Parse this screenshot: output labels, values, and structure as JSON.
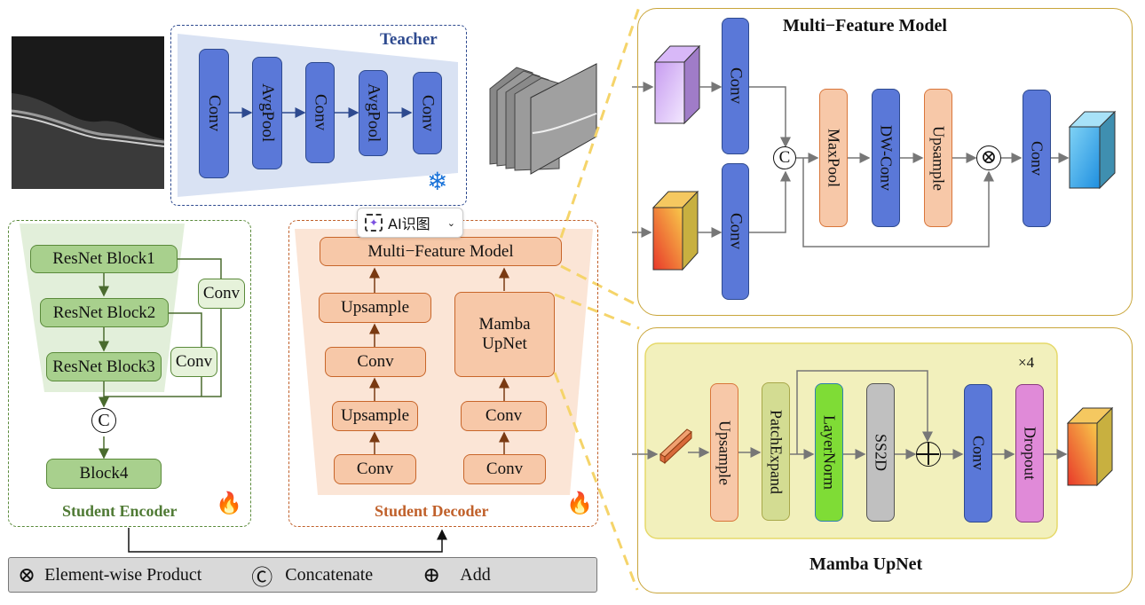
{
  "teacher": {
    "title": "Teacher",
    "blocks": [
      "Conv",
      "AvgPool",
      "Conv",
      "AvgPool",
      "Conv"
    ],
    "frozen_icon": "snowflake-icon"
  },
  "student_encoder": {
    "title": "Student Encoder",
    "blocks": [
      "ResNet Block1",
      "ResNet Block2",
      "ResNet Block3"
    ],
    "side_convs": [
      "Conv",
      "Conv"
    ],
    "concat_symbol": "C",
    "block4": "Block4",
    "trainable_icon": "flame-icon"
  },
  "student_decoder": {
    "title": "Student Decoder",
    "top": "Multi−Feature Model",
    "left_column": [
      "Upsample",
      "Conv",
      "Upsample",
      "Conv"
    ],
    "right_column": [
      "Mamba UpNet",
      "Conv",
      "Conv"
    ],
    "mamba_line1": "Mamba",
    "mamba_line2": "UpNet",
    "trainable_icon": "flame-icon"
  },
  "ai_widget": {
    "label": "AI识图",
    "icon": "sparkle-scan-icon",
    "chevron": "chevron-down-icon"
  },
  "multi_feature_model": {
    "title": "Multi−Feature Model",
    "branch_convs": [
      "Conv",
      "Conv"
    ],
    "concat_symbol": "C",
    "sequence": [
      "MaxPool",
      "DW-Conv",
      "Upsample"
    ],
    "product_symbol": "⊗",
    "final_conv": "Conv"
  },
  "mamba_upnet": {
    "title": "Mamba UpNet",
    "repeat": "×4",
    "sequence": [
      "Upsample",
      "PatchExpand",
      "LayerNorm",
      "SS2D"
    ],
    "add_symbol": "⊕",
    "after_add": [
      "Conv",
      "Dropout"
    ]
  },
  "legend": {
    "items": [
      {
        "symbol": "⊗",
        "label": "Element-wise Product"
      },
      {
        "symbol": "Ⓒ",
        "label": "Concatenate"
      },
      {
        "symbol": "⊕",
        "label": "Add"
      }
    ]
  },
  "colors": {
    "teacher_accent": "#2e4a8f",
    "encoder_accent": "#4f7a34",
    "decoder_accent": "#c0602a",
    "panel_border": "#c9a53a",
    "highlight_dash": "#f5d46a"
  }
}
